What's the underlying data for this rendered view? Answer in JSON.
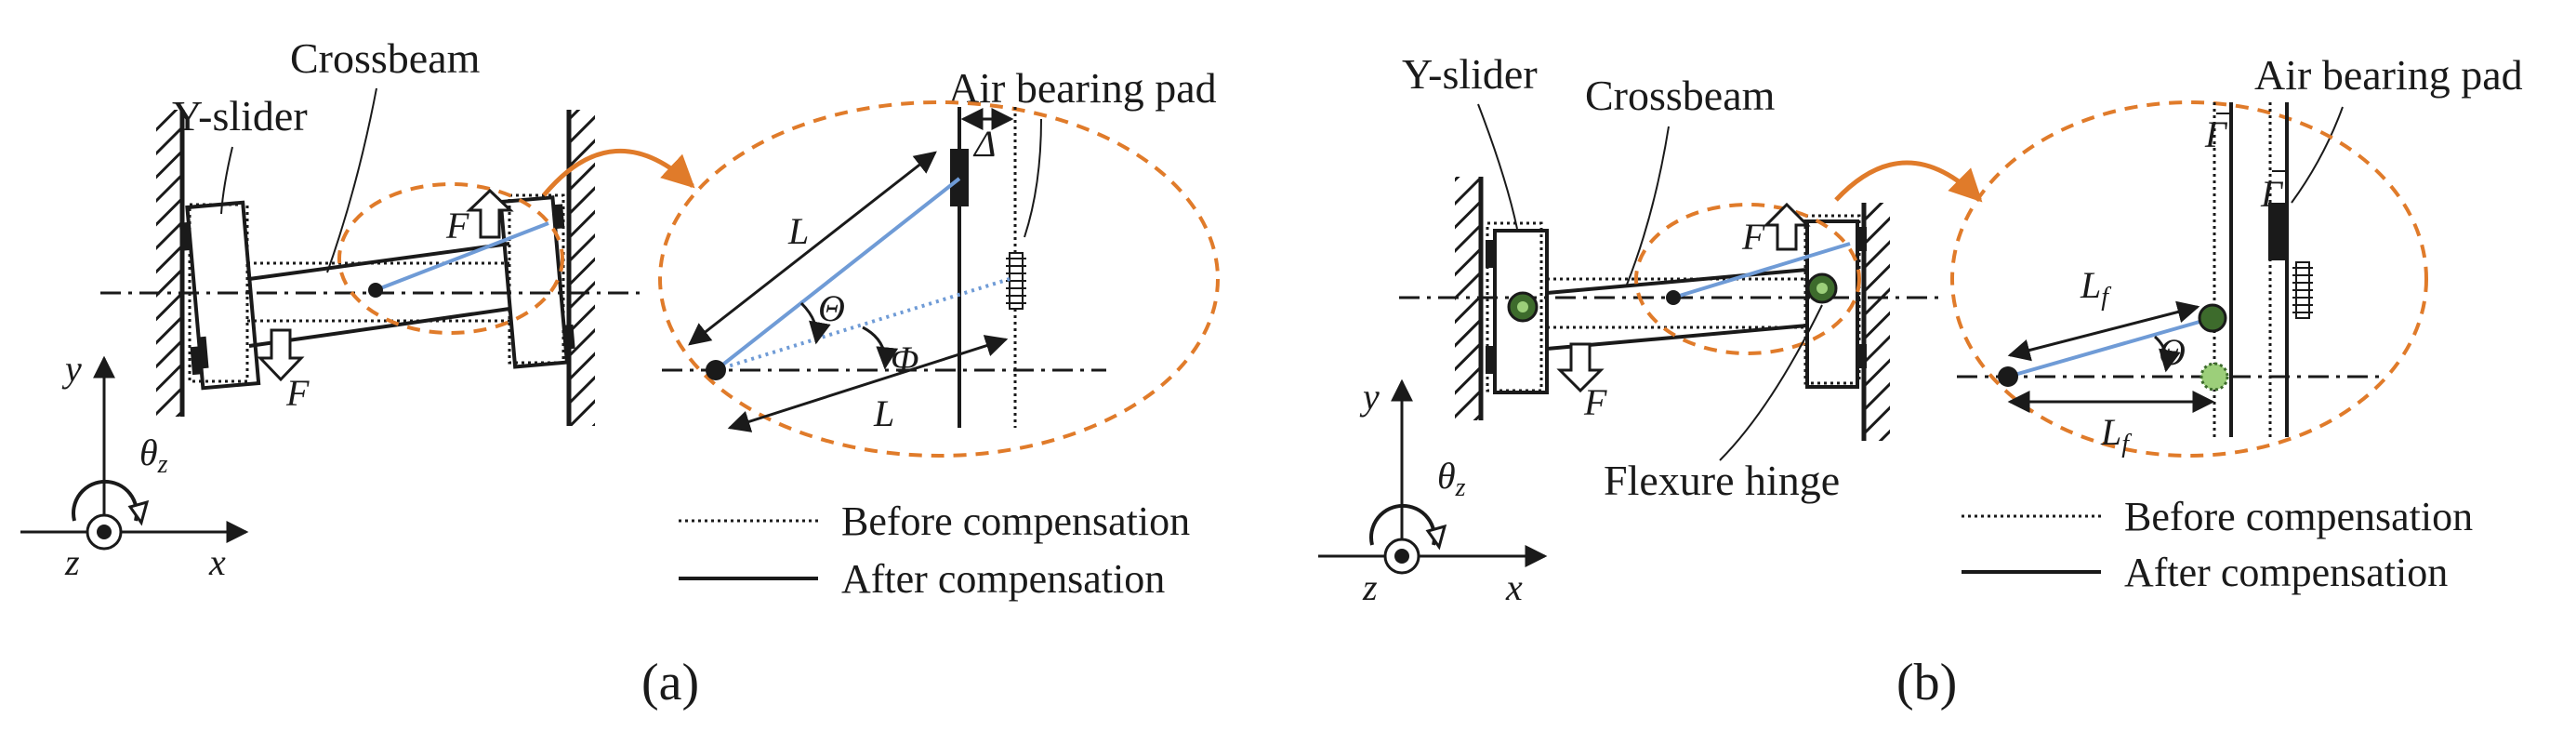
{
  "panel_a": {
    "labels": {
      "y_slider": "Y-slider",
      "crossbeam": "Crossbeam",
      "air_bearing_pad": "Air bearing pad"
    },
    "symbols": {
      "force_up": "F",
      "force_down": "F",
      "length_upper": "L",
      "length_lower": "L",
      "theta": "Θ",
      "phi": "Φ",
      "delta": "Δ"
    },
    "axes": {
      "y": "y",
      "x": "x",
      "z": "z",
      "theta_z": "θ",
      "theta_z_sub": "z"
    },
    "legend": {
      "before": "Before compensation",
      "after": "After compensation"
    },
    "caption": "(a)"
  },
  "panel_b": {
    "labels": {
      "y_slider": "Y-slider",
      "crossbeam": "Crossbeam",
      "air_bearing_pad": "Air bearing pad",
      "flexure_hinge": "Flexure hinge"
    },
    "symbols": {
      "force_up": "F",
      "force_down": "F",
      "lf_upper": "L",
      "lf_upper_sub": "f",
      "lf_lower": "L",
      "lf_lower_sub": "f",
      "theta": "Θ",
      "gamma_left": "Γ",
      "gamma_right": "Γ"
    },
    "axes": {
      "y": "y",
      "x": "x",
      "z": "z",
      "theta_z": "θ",
      "theta_z_sub": "z"
    },
    "legend": {
      "before": "Before compensation",
      "after": "After compensation"
    },
    "caption": "(b)"
  },
  "colors": {
    "ink": "#1a1a1a",
    "orange": "#e07b2a",
    "blue_line": "#6f9bd6",
    "hinge_green": "#3d6b2c",
    "hinge_light": "#9ccf7a"
  }
}
